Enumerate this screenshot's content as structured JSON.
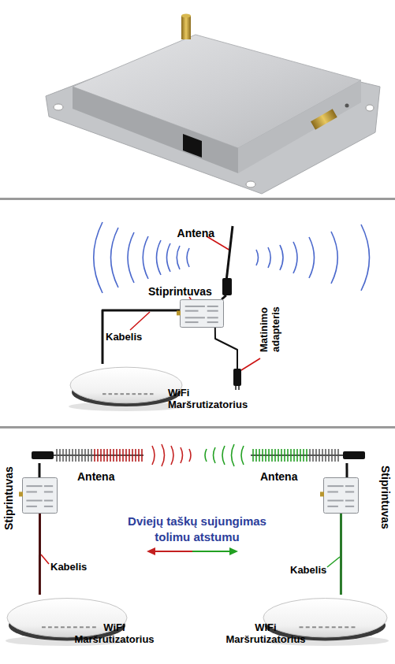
{
  "diagram": {
    "nodes": [
      {
        "text": [
          "Antena"
        ]
      },
      {
        "text": [
          "Stiprintuvas"
        ]
      },
      {
        "text": [
          "WiFi Maršrutizatorius"
        ]
      },
      {
        "text": [
          "Matinimo adapteris"
        ]
      },
      {
        "text": [
          "Antena"
        ]
      },
      {
        "text": [
          "Antena"
        ]
      },
      {
        "text": [
          "Stiprintuvas"
        ]
      },
      {
        "text": [
          "Stiprintuvas"
        ]
      },
      {
        "text": [
          "WiFi Maršrutizatorius"
        ]
      },
      {
        "text": [
          "WiFi Maršrutizatorius"
        ]
      }
    ],
    "edges": [
      {
        "from": 0,
        "to": 1,
        "arrow": "none"
      },
      {
        "from": 1,
        "to": 2,
        "label": "Kabelis",
        "arrow": "none"
      },
      {
        "from": 1,
        "to": 3,
        "arrow": "none"
      },
      {
        "from": 4,
        "to": 6,
        "arrow": "none"
      },
      {
        "from": 6,
        "to": 8,
        "label": "Kabelis",
        "arrow": "none"
      },
      {
        "from": 5,
        "to": 7,
        "arrow": "none"
      },
      {
        "from": 7,
        "to": 9,
        "label": "Kabelis",
        "arrow": "none"
      }
    ],
    "labels": [
      "Dviejų taškų sujungimas tolimu atstumu"
    ]
  }
}
